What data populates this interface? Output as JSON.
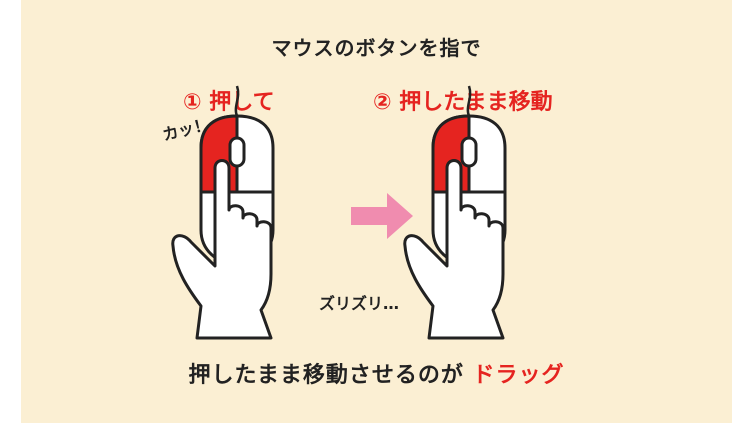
{
  "title": "マウスのボタンを指で",
  "steps": [
    {
      "label": "① 押して"
    },
    {
      "label": "② 押したまま移動"
    }
  ],
  "sound_click": "カッ！",
  "sound_drag": "ズリズリ…",
  "conclusion": {
    "prefix": "押したまま移動させるのが",
    "highlight": "ドラッグ"
  },
  "colors": {
    "background": "#fbefd3",
    "accent": "#e52420",
    "arrow": "#f08caf",
    "text": "#222222"
  },
  "icons": [
    "mouse-hand-click-icon",
    "right-arrow-icon",
    "mouse-hand-drag-icon"
  ]
}
